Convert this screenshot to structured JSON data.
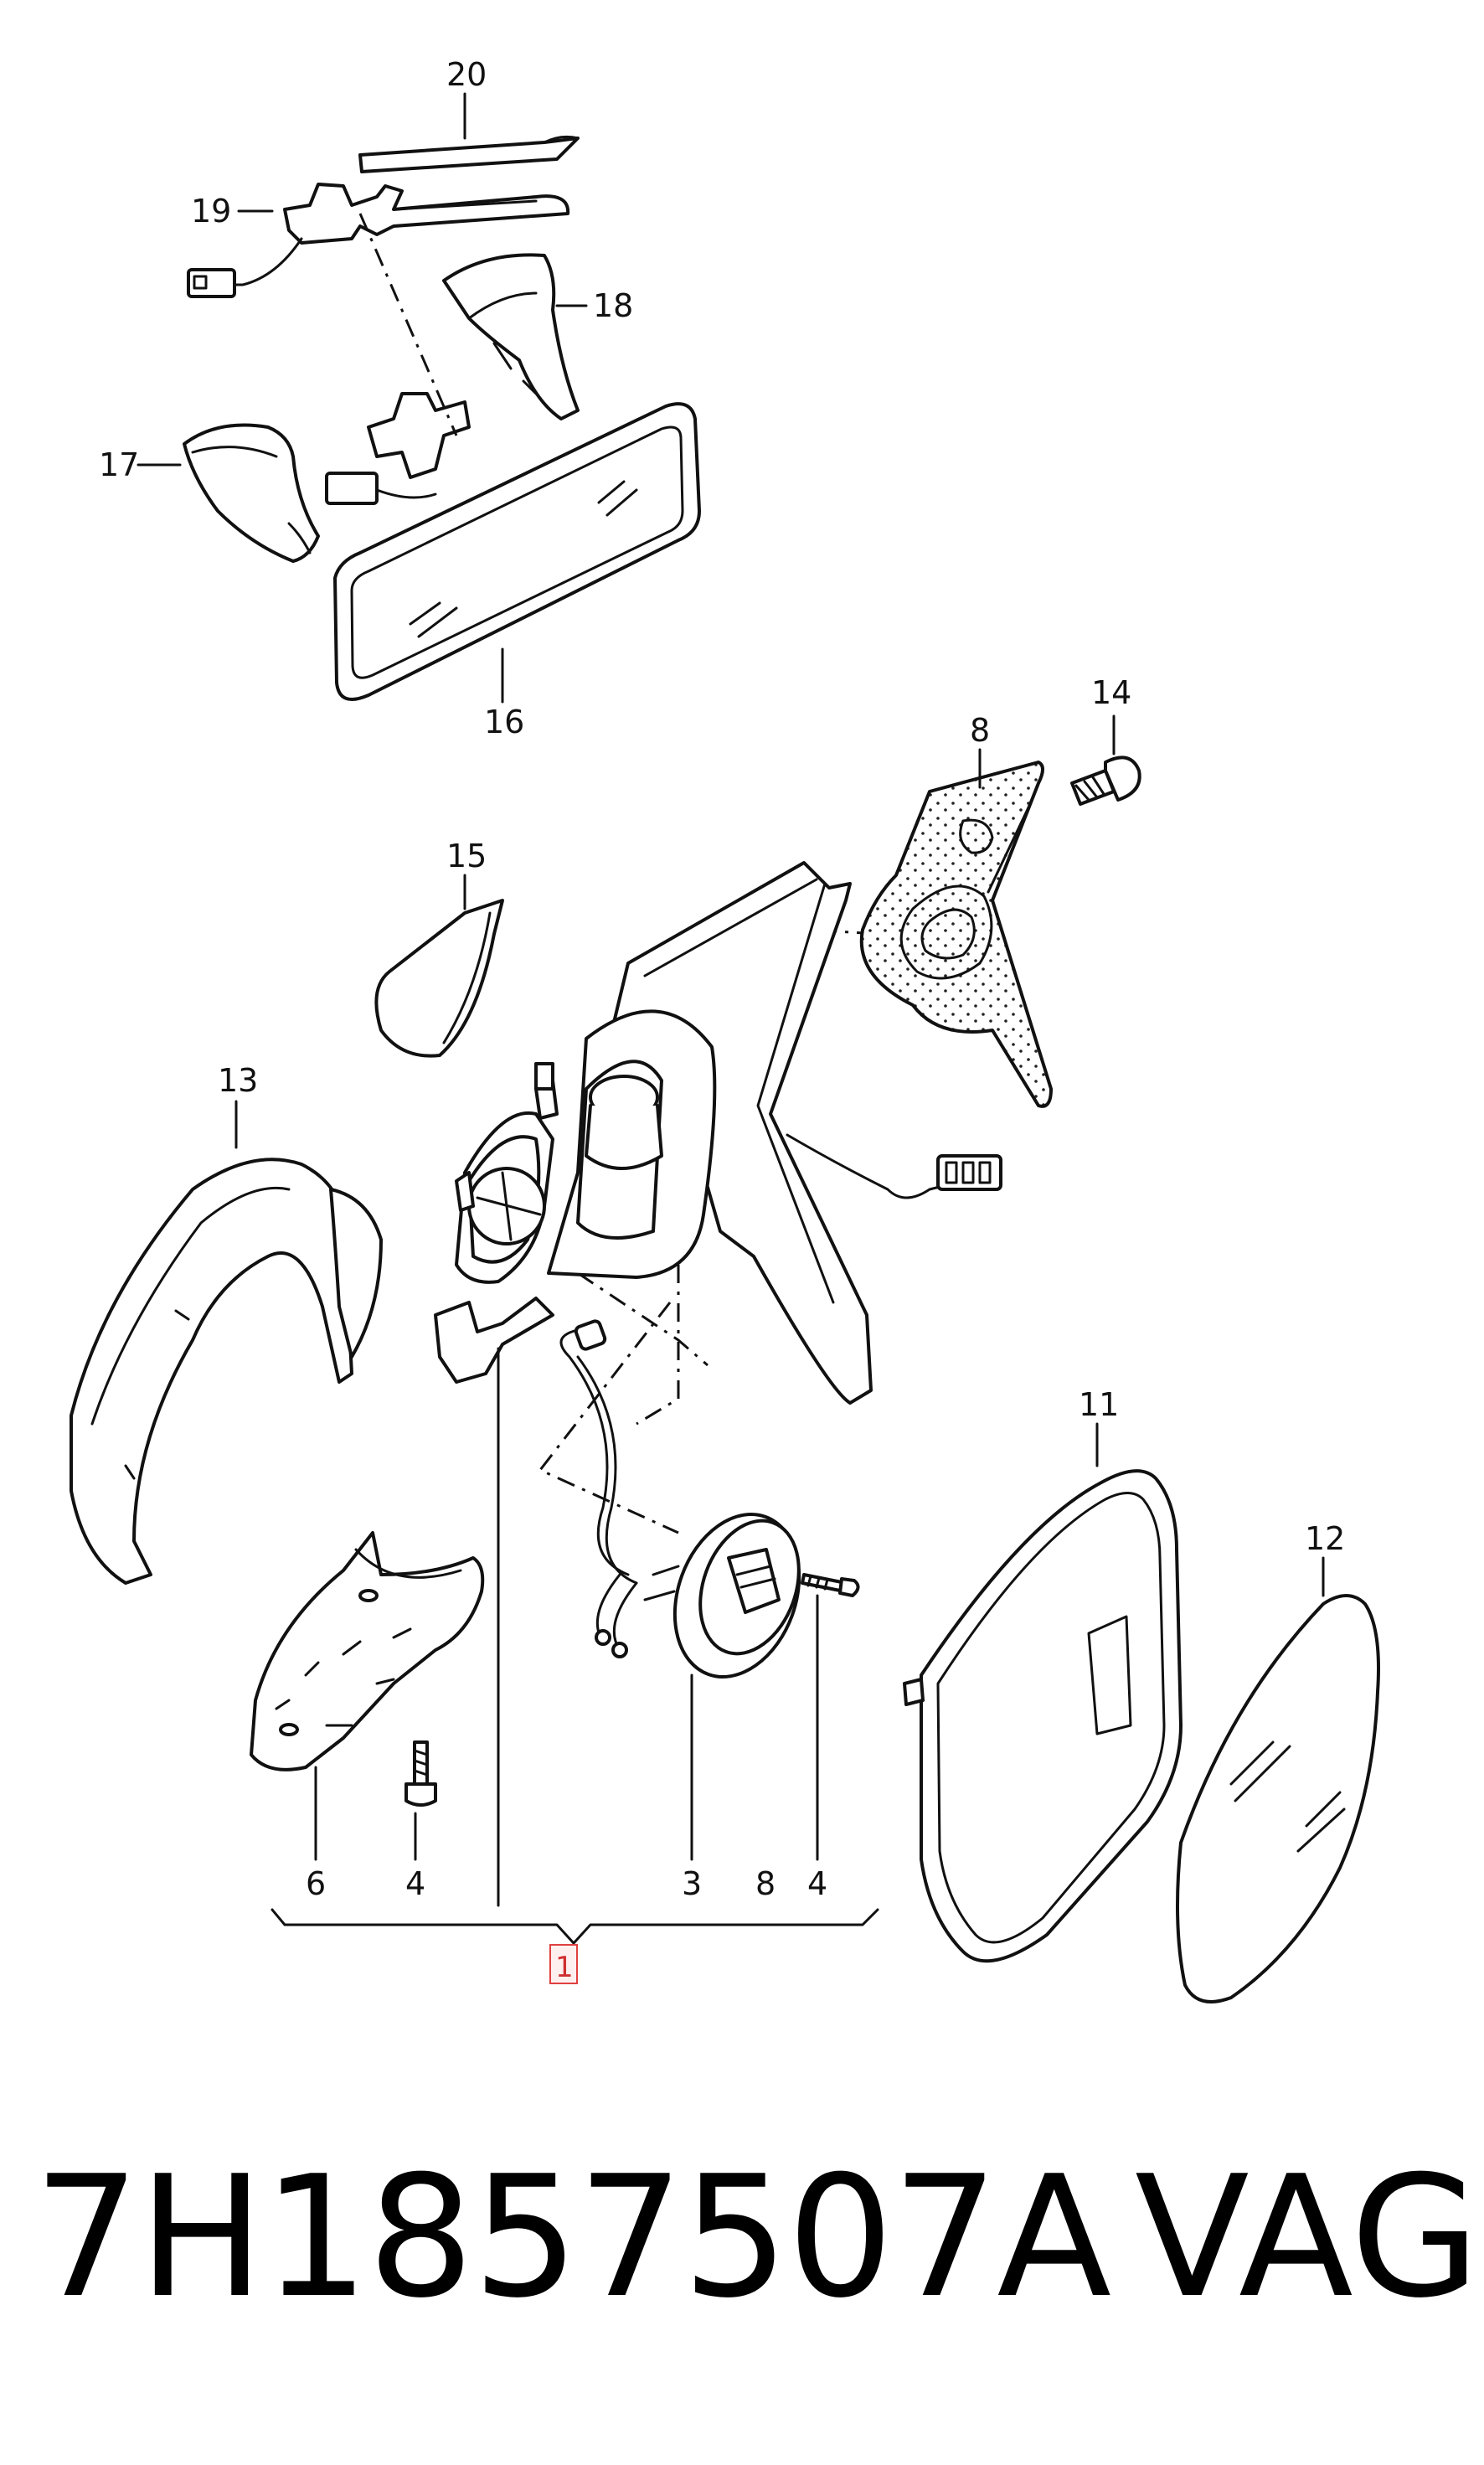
{
  "part_number": "7H1857507A",
  "brand": "VAG",
  "callouts": [
    {
      "id": "20",
      "label": "20"
    },
    {
      "id": "19",
      "label": "19"
    },
    {
      "id": "18",
      "label": "18"
    },
    {
      "id": "17",
      "label": "17"
    },
    {
      "id": "16",
      "label": "16"
    },
    {
      "id": "14",
      "label": "14"
    },
    {
      "id": "8",
      "label": "8"
    },
    {
      "id": "15",
      "label": "15"
    },
    {
      "id": "13",
      "label": "13"
    },
    {
      "id": "11",
      "label": "11"
    },
    {
      "id": "12",
      "label": "12"
    },
    {
      "id": "6",
      "label": "6"
    },
    {
      "id": "4a",
      "label": "4"
    },
    {
      "id": "3",
      "label": "3"
    },
    {
      "id": "8b",
      "label": "8"
    },
    {
      "id": "4b",
      "label": "4"
    },
    {
      "id": "1",
      "label": "1"
    }
  ],
  "colors": {
    "ink": "#111111",
    "highlight": "#e04040",
    "background": "#ffffff"
  }
}
